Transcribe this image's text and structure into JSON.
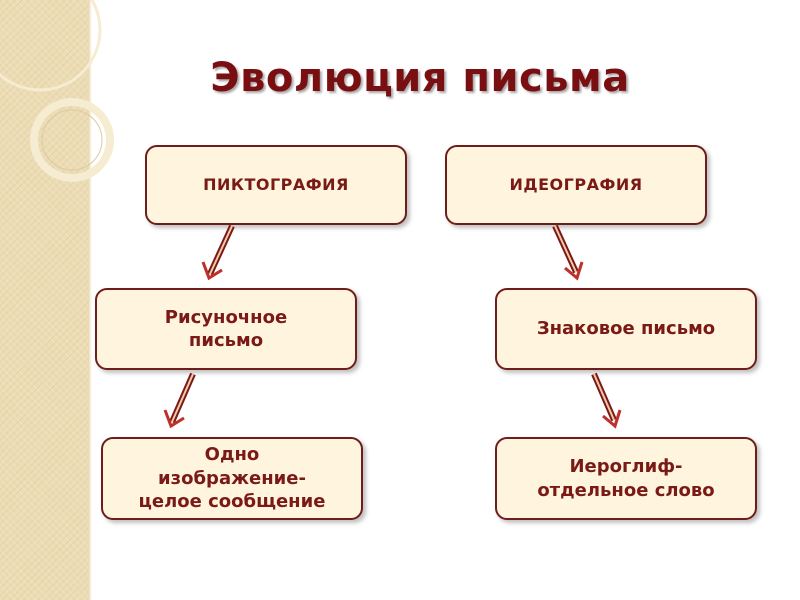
{
  "title": "Эволюция письма",
  "boxes": {
    "pictography": "ПИКТОГРАФИЯ",
    "ideography": "ИДЕОГРАФИЯ",
    "picture_writing": "Рисуночное\nписьмо",
    "sign_writing": "Знаковое письмо",
    "one_image": "Одно\nизображение-\nцелое сообщение",
    "hieroglyph": "Иероглиф-\nотдельное слово"
  },
  "colors": {
    "title": "#7a0f12",
    "box_fill": "#fff4de",
    "box_border": "#6e1d1a",
    "box_text": "#7a1a17",
    "arrow": "#c0302a",
    "sidebar": "#ecdcb4"
  }
}
